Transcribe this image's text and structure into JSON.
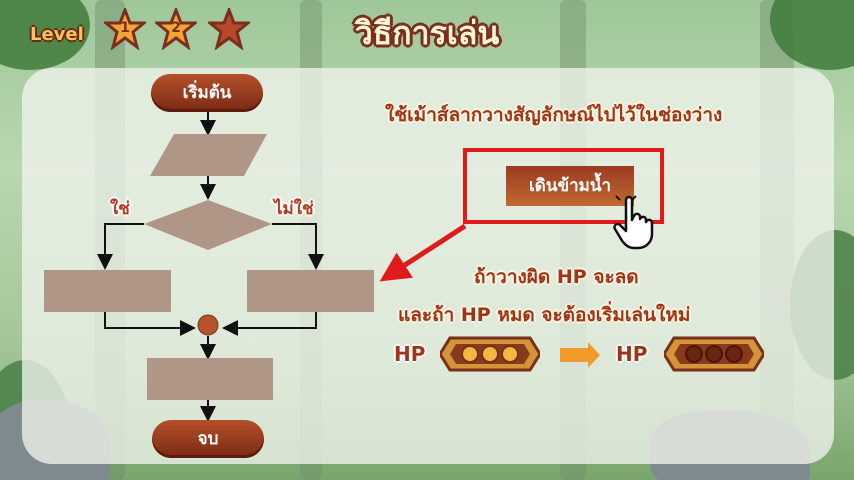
{
  "header": {
    "level_label": "Level",
    "stars": [
      {
        "number": "1",
        "state": "filled"
      },
      {
        "number": "2",
        "state": "filled"
      },
      {
        "number": "",
        "state": "empty"
      }
    ],
    "title": "วิธีการเล่น"
  },
  "flowchart": {
    "start_label": "เริ่มต้น",
    "end_label": "จบ",
    "yes_label": "ใช่",
    "no_label": "ไม่ใช่"
  },
  "instructions": {
    "drag_hint": "ใช้เม้าส์ลากวางสัญลักษณ์ไปไว้ในช่องว่าง",
    "sample_block": "เดินข้ามน้ำ",
    "wrong_line1": "ถ้าวางผิด HP จะลด",
    "wrong_line2": "และถ้า HP หมด จะต้องเริ่มเล่นใหม่"
  },
  "hp": {
    "label_before": "HP",
    "label_after": "HP",
    "before_filled": 3,
    "after_filled": 0,
    "total": 3
  },
  "colors": {
    "accent_red": "#e01b1b",
    "block_brown": "#b09686",
    "arrow_orange": "#f29b2a"
  }
}
